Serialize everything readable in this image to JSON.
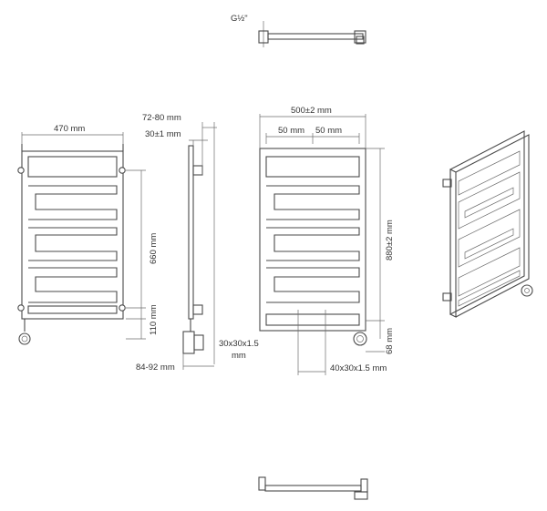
{
  "labels": {
    "thread": "G½\"",
    "width_470": "470 mm",
    "depth_72_80": "72-80 mm",
    "offset_30": "30±1 mm",
    "width_500": "500±2 mm",
    "pitch_a": "50 mm",
    "pitch_b": "50 mm",
    "height_660": "660 mm",
    "height_880": "880±2 mm",
    "bottom_110": "110 mm",
    "bottom_68": "68 mm",
    "depth_84_92": "84-92 mm",
    "profile_30_line1": "30x30x1.5",
    "profile_30_line2": "mm",
    "profile_40": "40x30x1.5 mm"
  }
}
